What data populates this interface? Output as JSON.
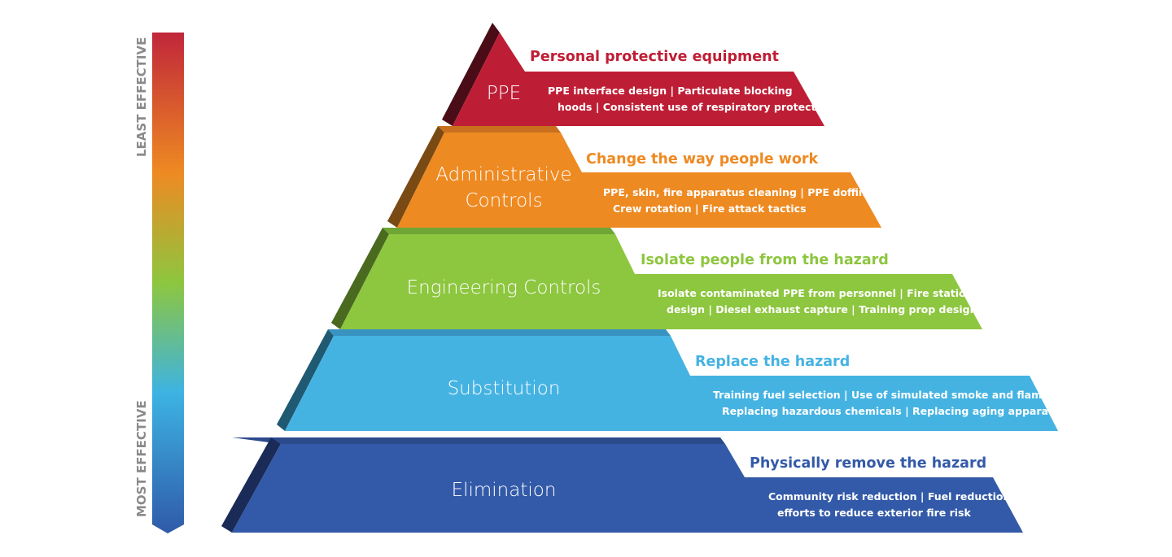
{
  "scale": {
    "top_label": "LEAST EFFECTIVE",
    "bottom_label": "MOST EFFECTIVE",
    "gradient_colors": [
      "#c0263a",
      "#ee8a22",
      "#8dc63f",
      "#3db3e3",
      "#2f5aa8"
    ]
  },
  "tiers": [
    {
      "name_lines": [
        "PPE"
      ],
      "header": "Personal protective equipment",
      "desc_lines": [
        "PPE interface design | Particulate blocking",
        "hoods | Consistent use of respiratory protection"
      ],
      "color": "#be1e35",
      "header_color": "#be1e35"
    },
    {
      "name_lines": [
        "Administrative",
        "Controls"
      ],
      "header": "Change the way people work",
      "desc_lines": [
        "PPE, skin, fire apparatus cleaning | PPE doffing |",
        "Crew rotation | Fire attack tactics"
      ],
      "color": "#ee8a22",
      "header_color": "#ee8a22"
    },
    {
      "name_lines": [
        "Engineering Controls"
      ],
      "header": "Isolate people from the hazard",
      "desc_lines": [
        "Isolate contaminated PPE from personnel | Fire station",
        "design  |  Diesel exhaust capture  |  Training prop design"
      ],
      "color": "#8dc63f",
      "header_color": "#8dc63f"
    },
    {
      "name_lines": [
        "Substitution"
      ],
      "header": "Replace the hazard",
      "desc_lines": [
        "Training fuel selection  |  Use of simulated smoke and flame  |",
        "Replacing hazardous chemicals |  Replacing aging apparatus"
      ],
      "color": "#45b3e2",
      "header_color": "#45b3e2"
    },
    {
      "name_lines": [
        "Elimination"
      ],
      "header": "Physically remove the hazard",
      "desc_lines": [
        "Community risk reduction  |  Fuel reduction",
        "efforts to reduce exterior fire risk"
      ],
      "color": "#335aa8",
      "header_color": "#335aa8"
    }
  ]
}
